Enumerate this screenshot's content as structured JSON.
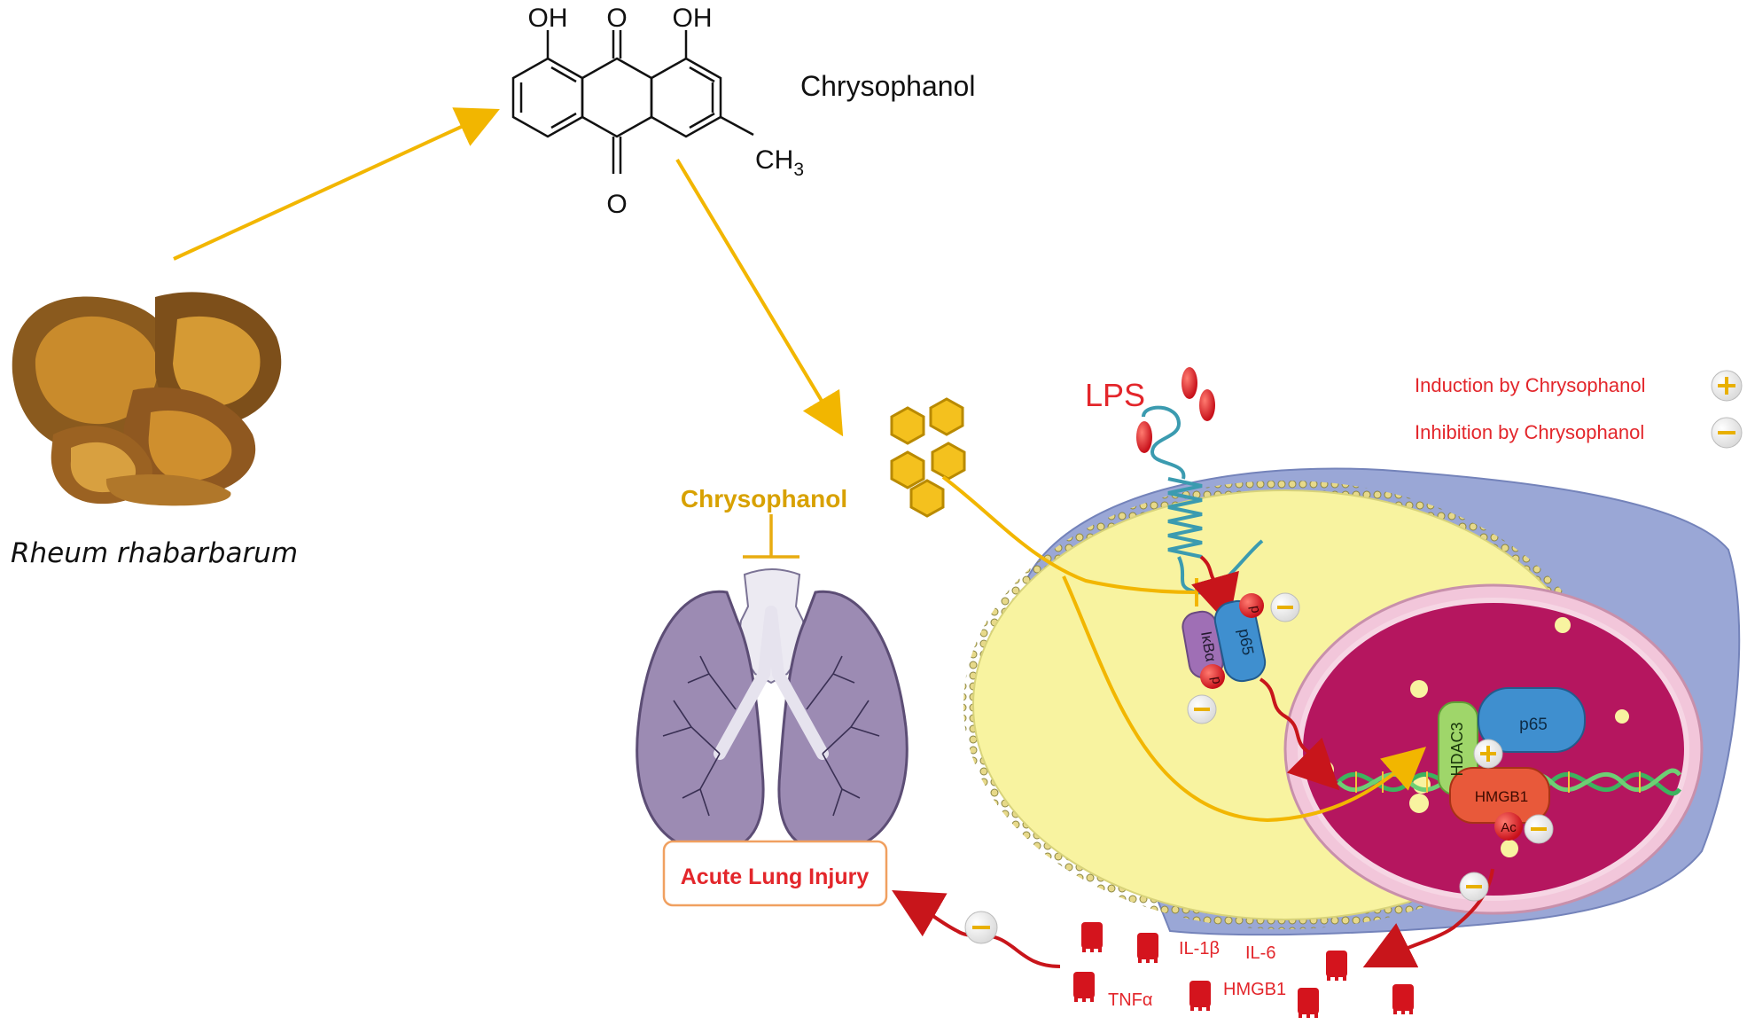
{
  "compound": {
    "name": "Chrysophanol",
    "oh_left": "OH",
    "oh_right": "OH",
    "o_top": "O",
    "o_bottom": "O",
    "methyl": "CH",
    "methyl_sub": "3"
  },
  "plant": {
    "name": "Rheum rhabarbarum"
  },
  "lung": {
    "inhibitor_label": "Chrysophanol",
    "outcome_label": "Acute Lung Injury"
  },
  "cell": {
    "lps": "LPS",
    "ikba": "IκBα",
    "p65": "p65",
    "p_mark": "p",
    "hdac3": "HDAC3",
    "nuclear_p65": "p65",
    "hmgb1": "HMGB1",
    "ac": "Ac"
  },
  "legend": {
    "induction": "Induction by Chrysophanol",
    "inhibition": "Inhibition by Chrysophanol",
    "plus": "+",
    "minus": "−"
  },
  "cytokines": {
    "il1b": "IL-1β",
    "il6": "IL-6",
    "tnfa": "TNFα",
    "hmgb1": "HMGB1"
  },
  "colors": {
    "arrow_yellow": "#f2b600",
    "label_red": "#e3262b",
    "label_gold": "#d8a100",
    "lung_fill": "#9c8bb3",
    "nucleus_fill": "#b5165f",
    "cytoplasm_fill": "#f8f3a0",
    "membrane_blue": "#9aa7d6"
  }
}
